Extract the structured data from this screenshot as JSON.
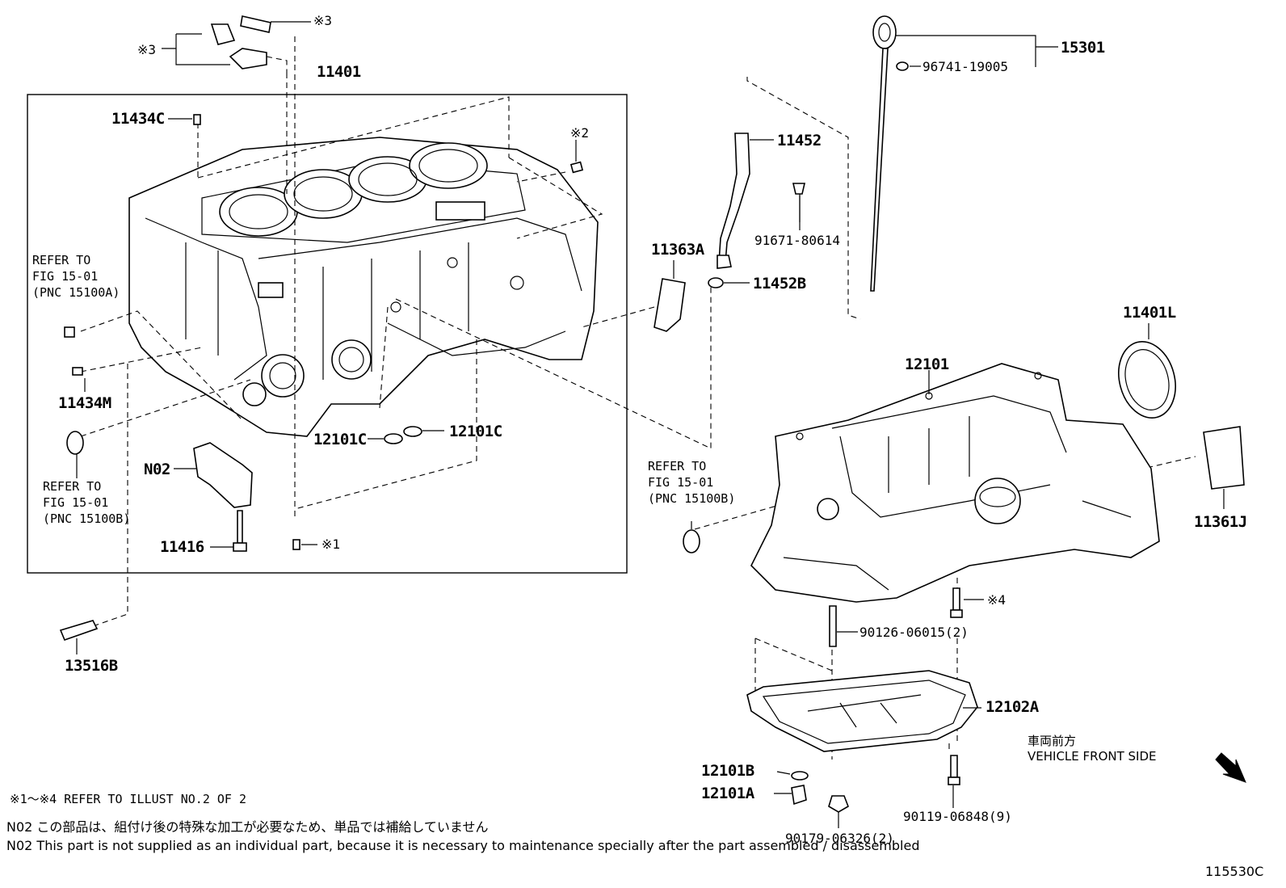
{
  "labels": {
    "p11401": "11401",
    "p11434C": "11434C",
    "mark3_top": "※3",
    "mark3_left": "※3",
    "mark2": "※2",
    "p11434M": "11434M",
    "p12101C_a": "12101C",
    "p12101C_b": "12101C",
    "pN02": "N02",
    "p11416": "11416",
    "mark1": "※1",
    "p13516B": "13516B",
    "p15301": "15301",
    "p96741": "96741-19005",
    "p11452": "11452",
    "p91671": "91671-80614",
    "p11363A": "11363A",
    "p11452B": "11452B",
    "p11401L": "11401L",
    "p12101": "12101",
    "p11361J": "11361J",
    "mark4": "※4",
    "p90126": "90126-06015(2)",
    "p12102A": "12102A",
    "p12101B": "12101B",
    "p12101A": "12101A",
    "p90119": "90119-06848(9)",
    "p90179": "90179-06326(2)"
  },
  "refs": {
    "ref_a": [
      "REFER TO",
      "FIG 15-01",
      "(PNC 15100A)"
    ],
    "ref_b": [
      "REFER TO",
      "FIG 15-01",
      "(PNC 15100B)"
    ],
    "ref_c": [
      "REFER TO",
      "FIG 15-01",
      "(PNC 15100B)"
    ]
  },
  "front_side": {
    "jp": "車両前方",
    "en": "VEHICLE FRONT SIDE"
  },
  "notes": {
    "illust_ref": "※1～※4 REFER TO ILLUST NO.2 OF 2",
    "n02_jp": "N02  この部品は、組付け後の特殊な加工が必要なため、単品では補給していません",
    "n02_en": "N02  This part is not supplied as an individual part, because it is necessary to maintenance specially after the part assembled / disassembled"
  },
  "illustration_id": "115530C"
}
